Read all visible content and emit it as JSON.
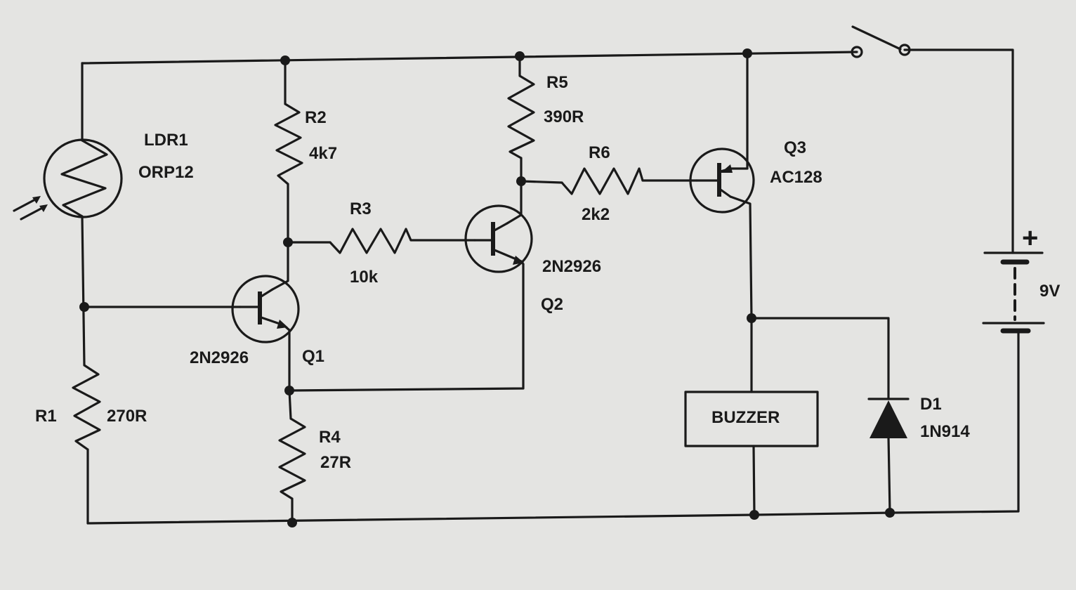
{
  "labels": {
    "ldr1_ref": "LDR1",
    "ldr1_type": "ORP12",
    "r1_ref": "R1",
    "r1_value": "270R",
    "r2_ref": "R2",
    "r2_value": "4k7",
    "r3_ref": "R3",
    "r3_value": "10k",
    "r4_ref": "R4",
    "r4_value": "27R",
    "r5_ref": "R5",
    "r5_value": "390R",
    "r6_ref": "R6",
    "r6_value": "2k2",
    "q1_ref": "Q1",
    "q1_type": "2N2926",
    "q2_ref": "Q2",
    "q2_type": "2N2926",
    "q3_ref": "Q3",
    "q3_type": "AC128",
    "buzzer": "BUZZER",
    "d1_ref": "D1",
    "d1_type": "1N914",
    "battery_plus": "+",
    "battery_voltage": "9V"
  }
}
